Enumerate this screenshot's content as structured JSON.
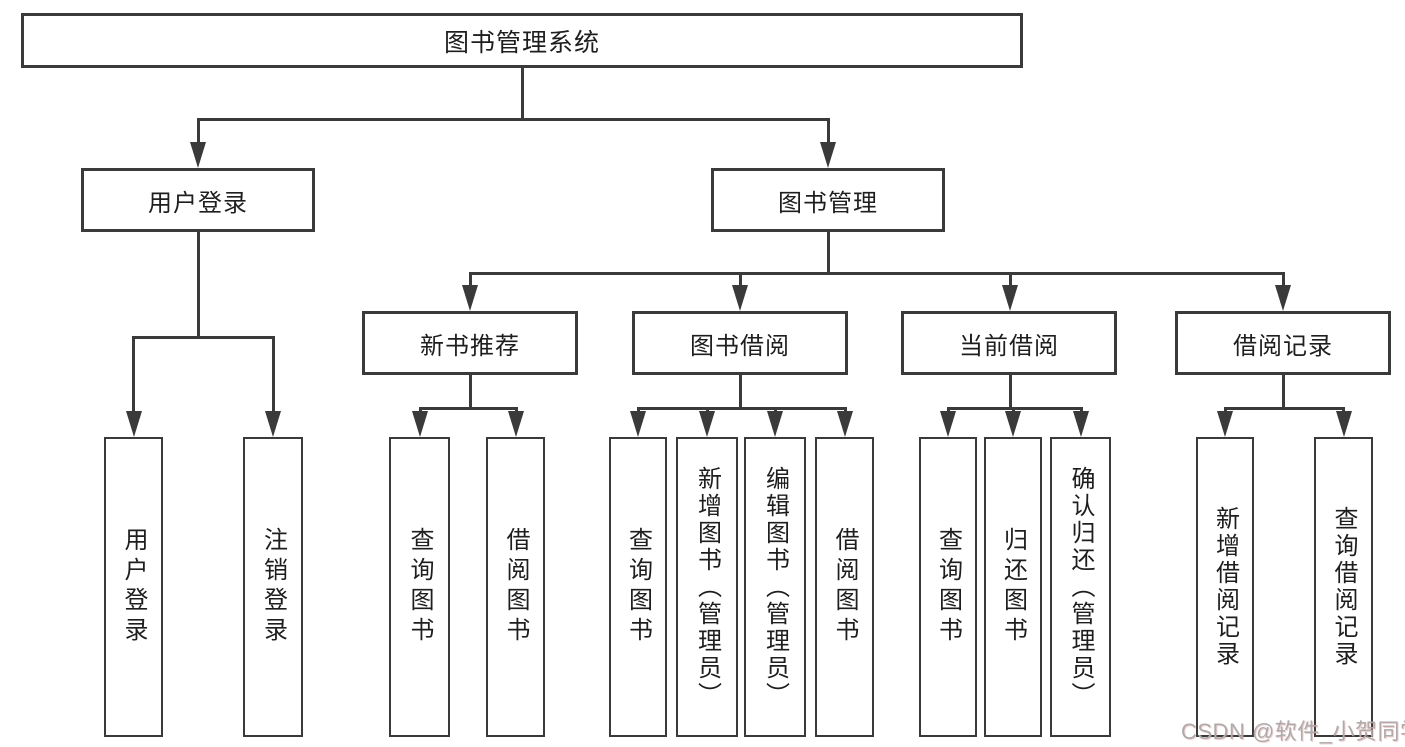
{
  "tree": {
    "root": {
      "label": "图书管理系统"
    },
    "branches": [
      {
        "label": "用户登录",
        "children": [
          {
            "label": "用户登录"
          },
          {
            "label": "注销登录"
          }
        ]
      },
      {
        "label": "图书管理",
        "groups": [
          {
            "label": "新书推荐",
            "children": [
              {
                "label": "查询图书"
              },
              {
                "label": "借阅图书"
              }
            ]
          },
          {
            "label": "图书借阅",
            "children": [
              {
                "label": "查询图书"
              },
              {
                "label": "新增图书（管理员）"
              },
              {
                "label": "编辑图书（管理员）"
              },
              {
                "label": "借阅图书"
              }
            ]
          },
          {
            "label": "当前借阅",
            "children": [
              {
                "label": "查询图书"
              },
              {
                "label": "归还图书"
              },
              {
                "label": "确认归还（管理员）"
              }
            ]
          },
          {
            "label": "借阅记录",
            "children": [
              {
                "label": "新增借阅记录"
              },
              {
                "label": "查询借阅记录"
              }
            ]
          }
        ]
      }
    ]
  },
  "watermark": {
    "text": "CSDN @软件_小贺同学"
  },
  "colors": {
    "line": "#3a3a3a",
    "box_border": "#3a3a3a",
    "box_fill": "#ffffff",
    "text": "#1e1e1e",
    "watermark": "#adabab"
  }
}
